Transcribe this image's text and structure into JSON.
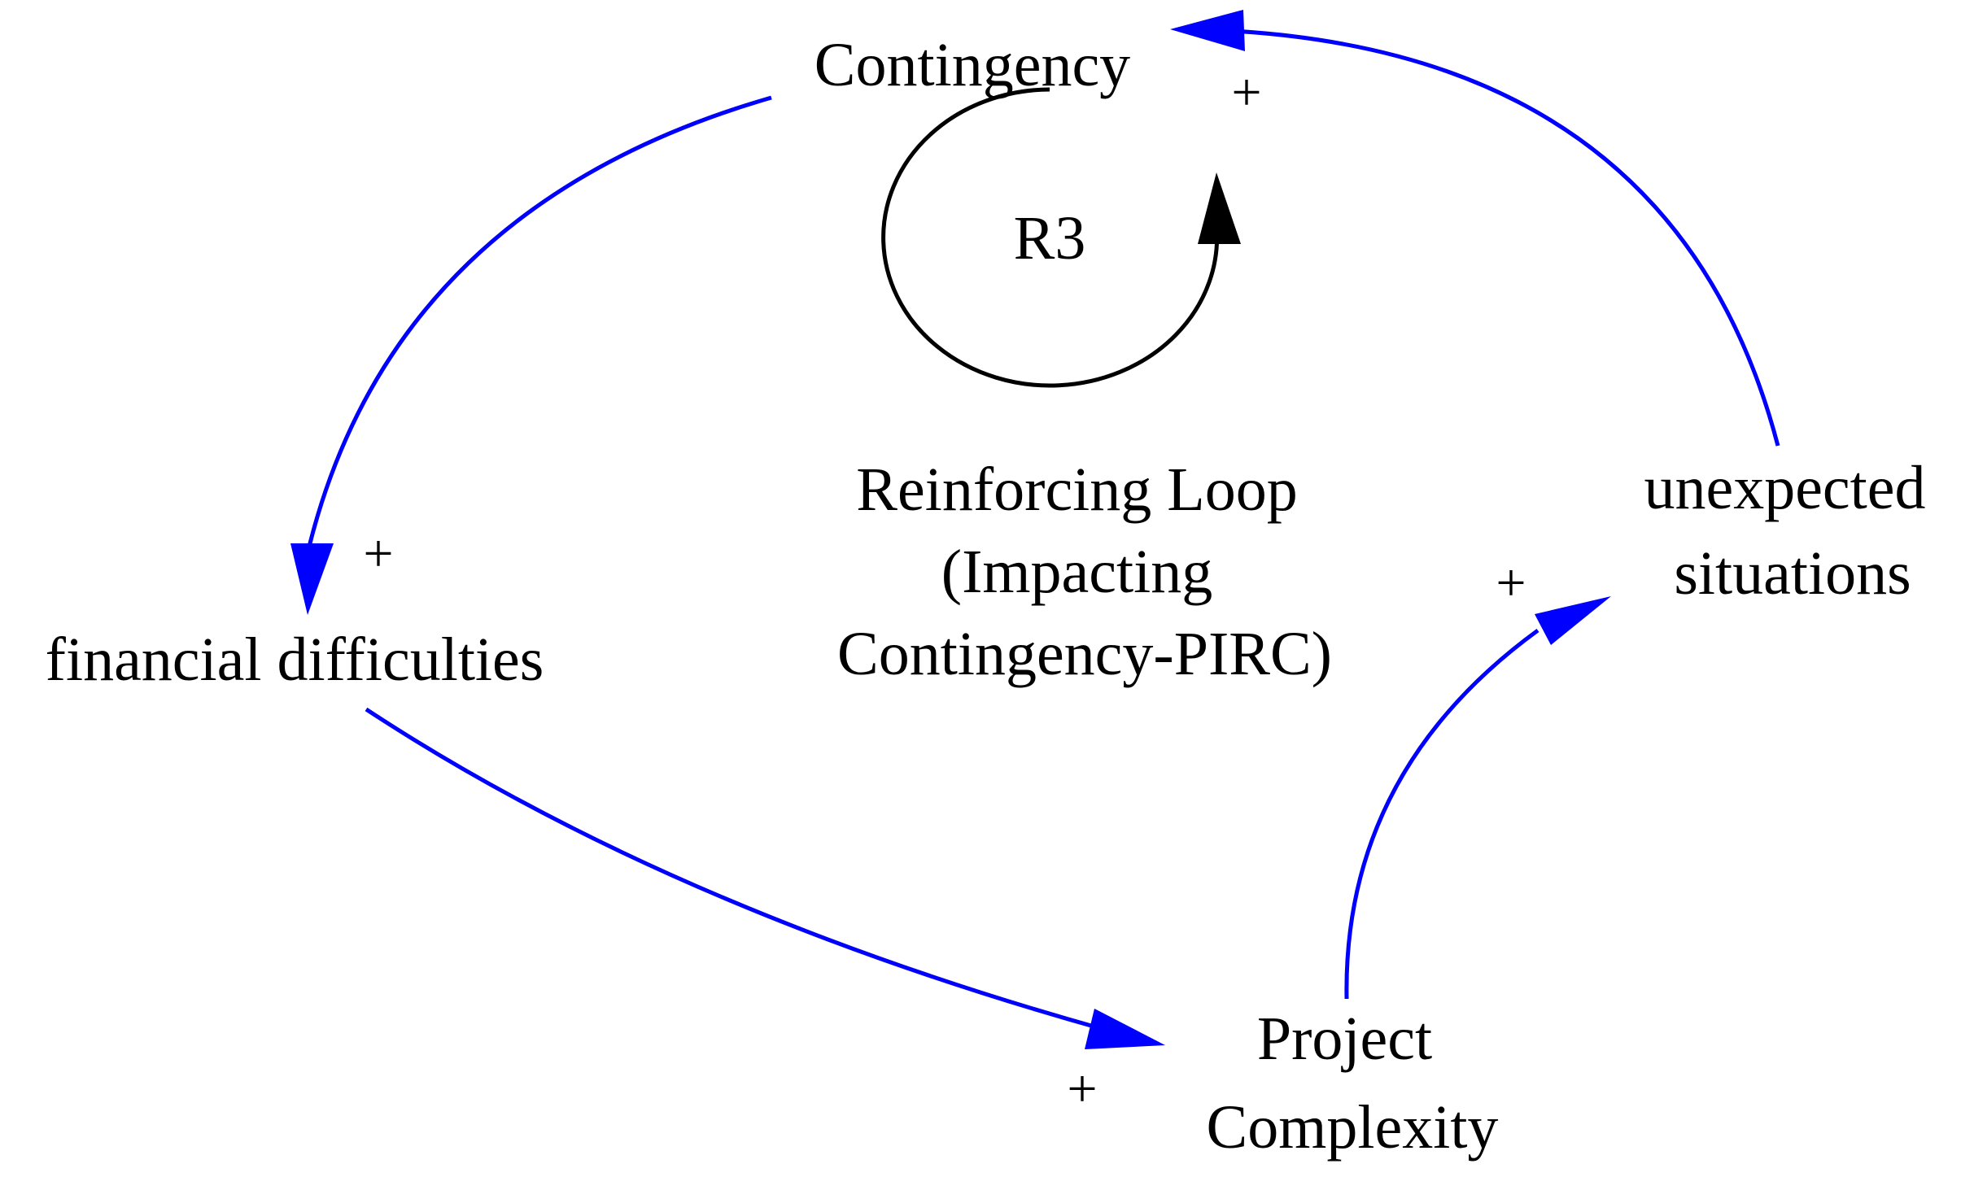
{
  "colors": {
    "causal_link": "#0000ff",
    "loop_marker": "#000000",
    "text": "#000000",
    "background": "#ffffff"
  },
  "variables": {
    "contingency": "Contingency",
    "financial_difficulties": "financial difficulties",
    "project_complexity": [
      "Project",
      "Complexity"
    ],
    "unexpected_situations": [
      "unexpected",
      "situations"
    ]
  },
  "loop": {
    "id": "R3",
    "type": "reinforcing",
    "description": [
      "Reinforcing Loop",
      "(Impacting",
      "Contingency-PIRC)"
    ]
  },
  "links": [
    {
      "from": "Contingency",
      "to": "financial difficulties",
      "polarity": "+"
    },
    {
      "from": "financial difficulties",
      "to": "Project Complexity",
      "polarity": "+"
    },
    {
      "from": "Project Complexity",
      "to": "unexpected situations",
      "polarity": "+"
    },
    {
      "from": "unexpected situations",
      "to": "Contingency",
      "polarity": "+"
    }
  ]
}
